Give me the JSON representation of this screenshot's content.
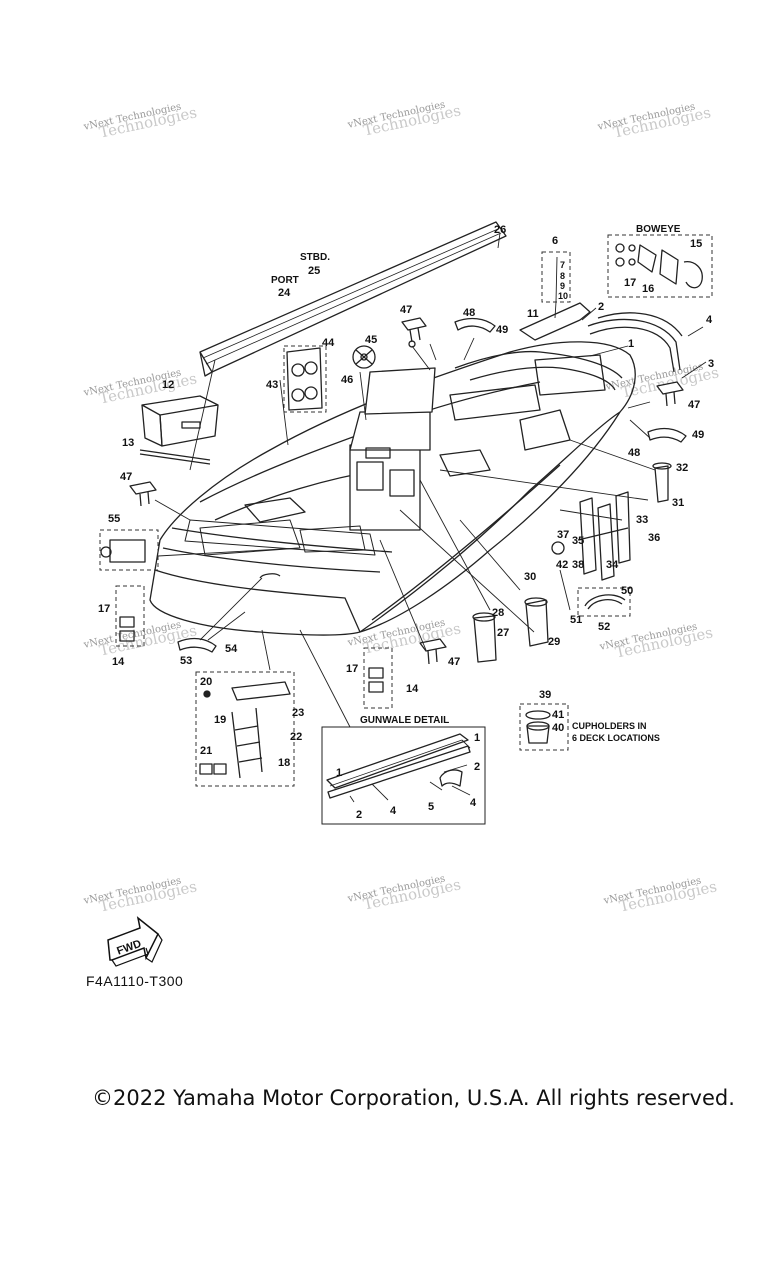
{
  "watermark": {
    "line1": "vNext Technologies",
    "line2": "Technologies"
  },
  "labels": {
    "stbd": "STBD.",
    "port": "PORT",
    "boweye": "BOWEYE",
    "gunwale_detail": "GUNWALE DETAIL",
    "cupholders_line1": "CUPHOLDERS IN",
    "cupholders_line2": "6 DECK LOCATIONS",
    "fwd": "FWD"
  },
  "callouts": [
    "1",
    "2",
    "3",
    "4",
    "5",
    "6",
    "7",
    "8",
    "9",
    "10",
    "11",
    "12",
    "13",
    "14",
    "15",
    "16",
    "17",
    "18",
    "19",
    "20",
    "21",
    "22",
    "23",
    "24",
    "25",
    "26",
    "27",
    "28",
    "29",
    "30",
    "31",
    "32",
    "33",
    "34",
    "35",
    "36",
    "37",
    "38",
    "39",
    "40",
    "41",
    "42",
    "43",
    "44",
    "45",
    "46",
    "47",
    "48",
    "49",
    "50",
    "51",
    "52",
    "53",
    "54",
    "55"
  ],
  "diagram_code": "F4A1110-T300",
  "copyright": "©2022 Yamaha Motor Corporation, U.S.A. All rights reserved."
}
